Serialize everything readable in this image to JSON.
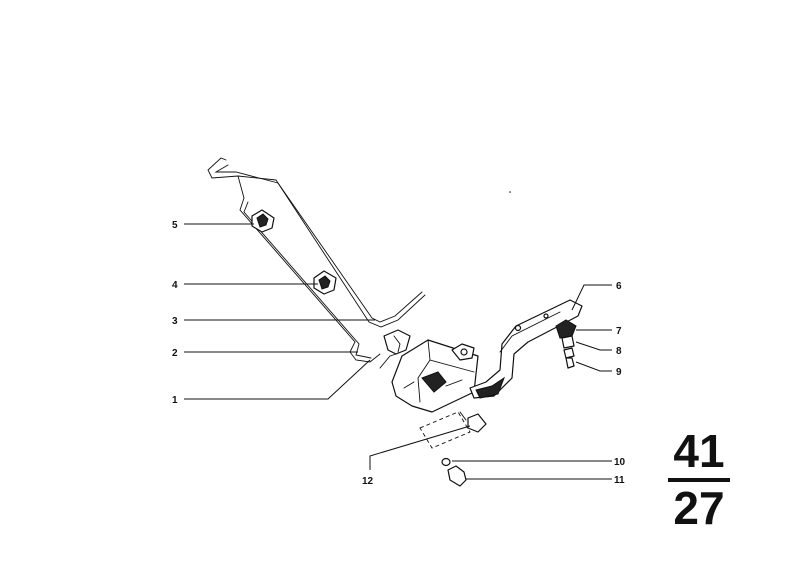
{
  "callouts": [
    {
      "id": "1",
      "label": "1"
    },
    {
      "id": "2",
      "label": "2"
    },
    {
      "id": "3",
      "label": "3"
    },
    {
      "id": "4",
      "label": "4"
    },
    {
      "id": "5",
      "label": "5"
    },
    {
      "id": "6",
      "label": "6"
    },
    {
      "id": "7",
      "label": "7"
    },
    {
      "id": "8",
      "label": "8"
    },
    {
      "id": "9",
      "label": "9"
    },
    {
      "id": "10",
      "label": "10"
    },
    {
      "id": "11",
      "label": "11"
    },
    {
      "id": "12",
      "label": "12"
    }
  ],
  "page_number": {
    "top": "41",
    "bottom": "27"
  }
}
